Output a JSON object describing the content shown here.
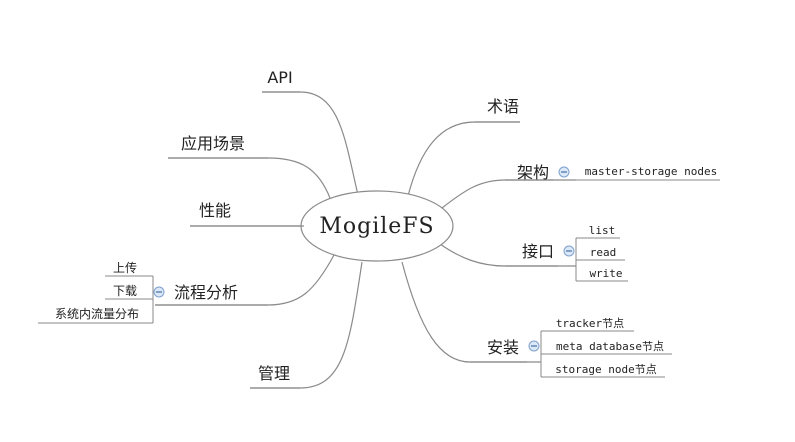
{
  "center": {
    "label": "MogileFS"
  },
  "branches": {
    "api": {
      "label": "API"
    },
    "usecases": {
      "label": "应用场景"
    },
    "performance": {
      "label": "性能"
    },
    "flow": {
      "label": "流程分析",
      "children": [
        "上传",
        "下载",
        "系统内流量分布"
      ]
    },
    "management": {
      "label": "管理"
    },
    "terms": {
      "label": "术语"
    },
    "architecture": {
      "label": "架构",
      "children": [
        "master-storage nodes"
      ]
    },
    "interface": {
      "label": "接口",
      "children": [
        "list",
        "read",
        "write"
      ]
    },
    "install": {
      "label": "安装",
      "children": [
        "tracker节点",
        "meta database节点",
        "storage node节点"
      ]
    }
  },
  "colors": {
    "line": "#8a8a8a",
    "toggle_fill": "#dbe8f8",
    "toggle_stroke": "#7fa0cc",
    "text": "#222222"
  },
  "icons": {
    "collapse_toggle": "minus-circle-icon"
  }
}
